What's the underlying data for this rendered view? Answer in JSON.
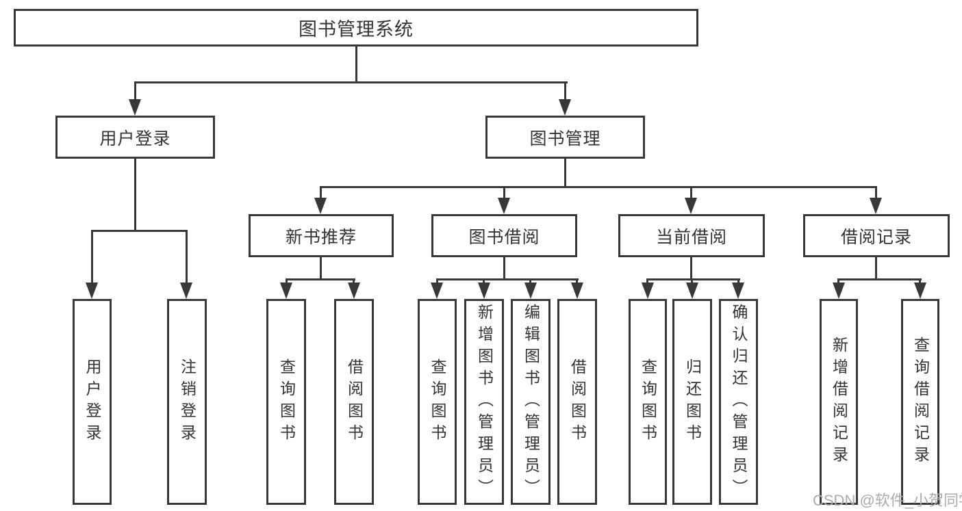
{
  "tree": {
    "root": {
      "label": "图书管理系统",
      "children": [
        {
          "label": "用户登录",
          "children": [
            {
              "label": "用户登录"
            },
            {
              "label": "注销登录"
            }
          ]
        },
        {
          "label": "图书管理",
          "children": [
            {
              "label": "新书推荐",
              "children": [
                {
                  "label": "查询图书"
                },
                {
                  "label": "借阅图书"
                }
              ]
            },
            {
              "label": "图书借阅",
              "children": [
                {
                  "label": "查询图书"
                },
                {
                  "label": "新增图书（管理员）"
                },
                {
                  "label": "编辑图书（管理员）"
                },
                {
                  "label": "借阅图书"
                }
              ]
            },
            {
              "label": "当前借阅",
              "children": [
                {
                  "label": "查询图书"
                },
                {
                  "label": "归还图书"
                },
                {
                  "label": "确认归还（管理员）"
                }
              ]
            },
            {
              "label": "借阅记录",
              "children": [
                {
                  "label": "新增借阅记录"
                },
                {
                  "label": "查询借阅记录"
                }
              ]
            }
          ]
        }
      ]
    }
  },
  "watermark": {
    "text": "CSDN @软件_小贺同学"
  },
  "colors": {
    "line": "#383838",
    "text": "#333333",
    "watermark": "#ababab",
    "background": "#ffffff"
  }
}
